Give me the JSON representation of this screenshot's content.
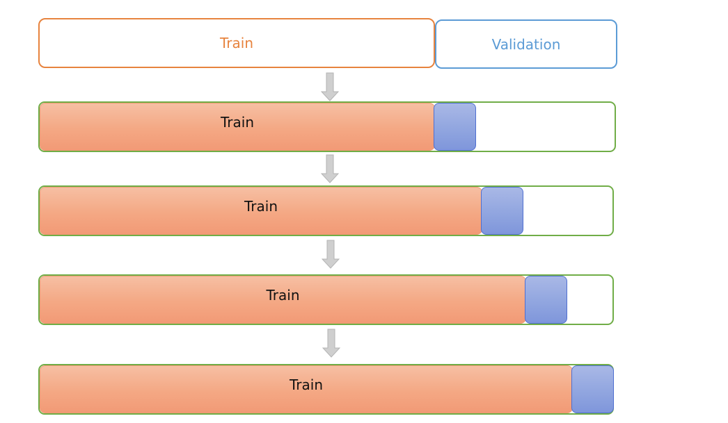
{
  "diagram": {
    "labels": {
      "train": "Train",
      "validation": "Validation"
    },
    "rows": [
      {
        "train_label": "Train"
      },
      {
        "train_label": "Train"
      },
      {
        "train_label": "Train"
      },
      {
        "train_label": "Train"
      }
    ],
    "colors": {
      "train_outline": "#e7833e",
      "validation_outline": "#5b9bd5",
      "row_outline": "#70ad47",
      "train_fill": "#f4a884",
      "validation_fill": "#8fa4df",
      "arrow_fill": "#c8c8c8"
    }
  }
}
